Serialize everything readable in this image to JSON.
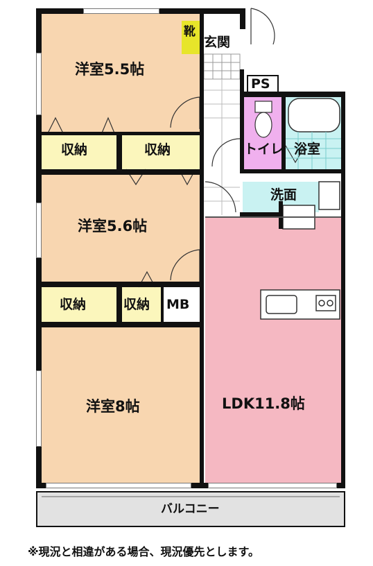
{
  "rooms": {
    "bedroom_top": "洋室5.5帖",
    "storage_a": "収納",
    "storage_b": "収納",
    "bedroom_middle": "洋室5.6帖",
    "storage_c": "収納",
    "storage_d": "収納",
    "mb": "MB",
    "bedroom_bottom": "洋室8帖",
    "ldk": "LDK11.8帖",
    "shoe": "靴",
    "entrance": "玄関",
    "ps": "PS",
    "toilet": "トイレ",
    "bath": "浴室",
    "washroom": "洗面",
    "balcony": "バルコニー"
  },
  "note": "※現況と相違がある場合、現況優先とします。",
  "colors": {
    "bedroom": "#f8d6b0",
    "storage": "#fbf6bc",
    "ldk": "#f5b8c2",
    "toilet": "#f0b0ee",
    "bath": "#c9f2f2",
    "washroom": "#c9f2f2",
    "shoe": "#e7e52a",
    "balcony": "#e2e2e2",
    "mb": "#ffffff",
    "ps": "#ffffff",
    "hall": "#ffffff"
  }
}
